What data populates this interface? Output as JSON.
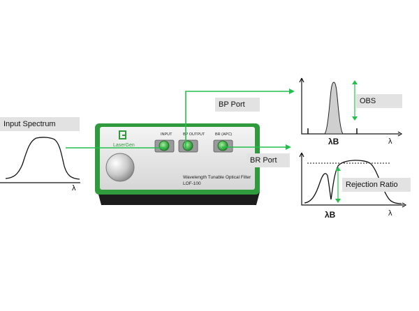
{
  "labels": {
    "input_spectrum": "Input Spectrum",
    "bp_port": "BP Port",
    "br_port": "BR Port",
    "obs": "OBS",
    "rejection_ratio": "Rejection Ratio",
    "lambda": "λ",
    "lambda_b": "λB"
  },
  "device": {
    "brand": "LaserGen",
    "port_input": "INPUT",
    "port_bp_output": "BP OUTPUT",
    "port_br": "BR (APC)",
    "product_name": "Wavelength Tunable Optical Filter",
    "model": "LOF-100"
  },
  "colors": {
    "beam": "#22c04a",
    "device_green": "#2f9b3c",
    "callout_bg": "#e2e2e2"
  },
  "icons": [
    "brand-logo-icon",
    "tuning-knob",
    "fiber-connector-icon",
    "arrow-head-icon"
  ]
}
